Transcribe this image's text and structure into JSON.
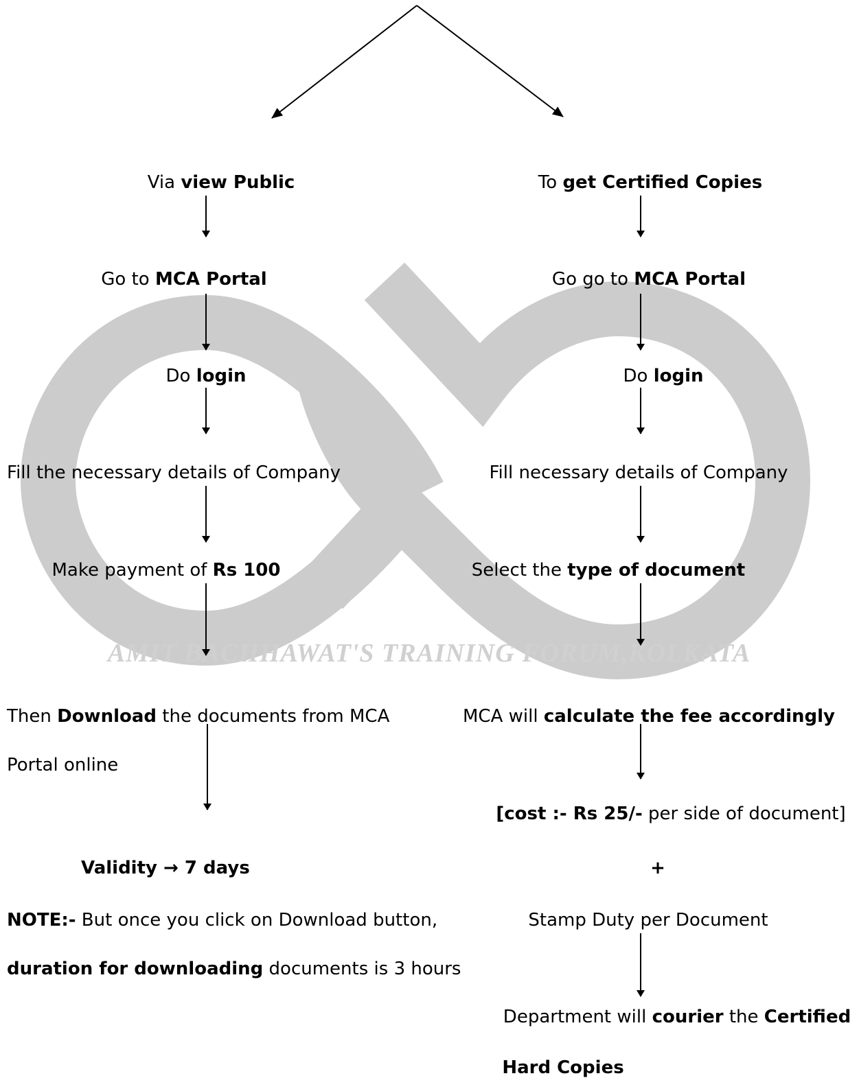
{
  "watermark": {
    "text": "AMIT BACHHAWAT'S TRAINING FORUM,KOLKATA",
    "color": "#cccccc"
  },
  "left": {
    "step1": {
      "pre": "Via ",
      "bold": "view Public"
    },
    "step2": {
      "pre": "Go to ",
      "bold": "MCA Portal"
    },
    "step3": {
      "pre": "Do ",
      "bold": "login"
    },
    "step4": {
      "text": "Fill the necessary details of Company"
    },
    "step5": {
      "pre": "Make payment of ",
      "bold": "Rs 100"
    },
    "step6": {
      "pre": "Then ",
      "bold": "Download",
      "post": " the documents from MCA",
      "line2": "Portal online"
    },
    "validity": {
      "label": "Validity",
      "arrow": "→",
      "value": "7 days"
    },
    "note": {
      "label": "NOTE:-",
      "line1": " But once you click on Download button,",
      "bold2": "duration for downloading",
      "line2": " documents is 3 hours"
    }
  },
  "right": {
    "step1": {
      "pre": "To ",
      "bold": "get Certified Copies"
    },
    "step2": {
      "pre": "Go go to ",
      "bold": "MCA Portal"
    },
    "step3": {
      "pre": "Do ",
      "bold": "login"
    },
    "step4": {
      "text": "Fill necessary details of Company"
    },
    "step5": {
      "pre": "Select the ",
      "bold": "type of document"
    },
    "step6": {
      "pre": "MCA will ",
      "bold": "calculate the fee accordingly"
    },
    "cost": {
      "bold": "[cost :- Rs 25/-",
      "post": " per side of document]"
    },
    "plus": "+",
    "stamp": {
      "text": "Stamp Duty per Document"
    },
    "final": {
      "pre": "Department will ",
      "bold1": "courier",
      "mid": " the ",
      "bold2": "Certified",
      "line2": "Hard Copies"
    }
  }
}
